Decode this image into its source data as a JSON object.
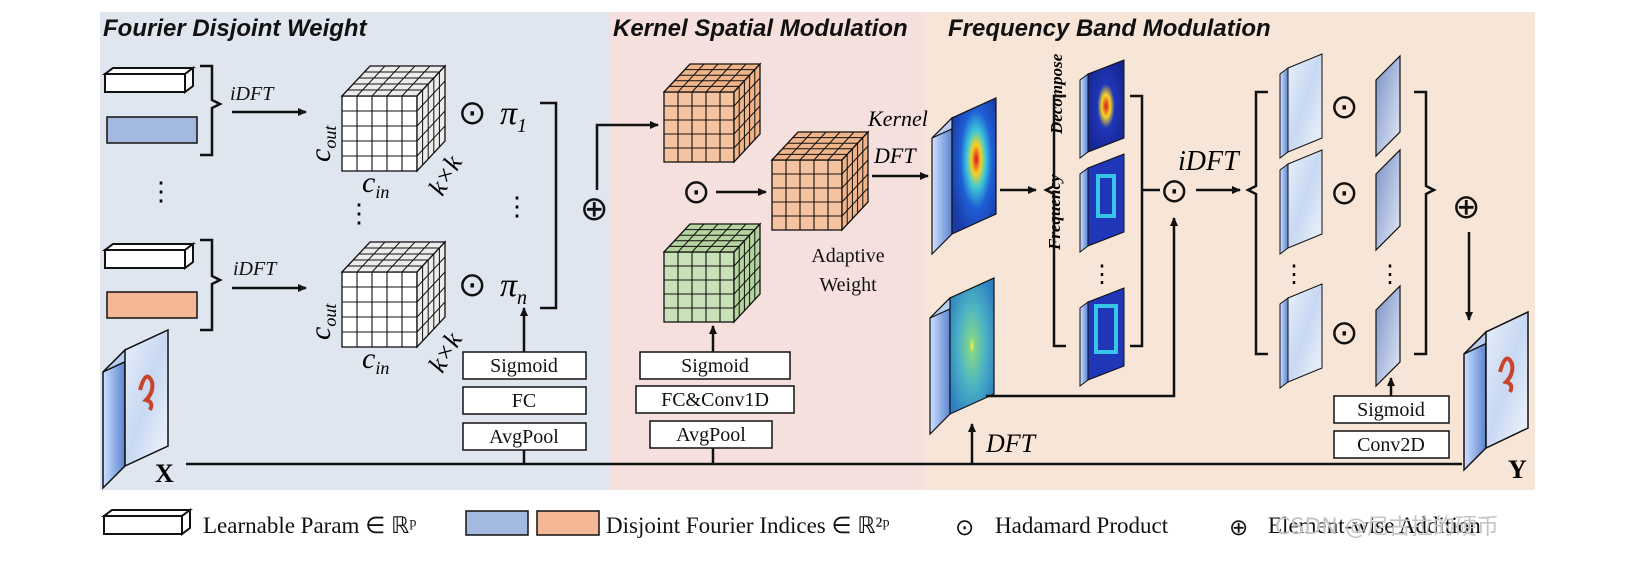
{
  "sections": {
    "fdw": {
      "title": "Fourier Disjoint Weight",
      "color": "#dfe6f0"
    },
    "ksm": {
      "title": "Kernel Spatial Modulation",
      "color": "#f6e0de"
    },
    "fbm": {
      "title": "Frequency Band Modulation",
      "color": "#f7e6d8"
    }
  },
  "labels": {
    "idft": "iDFT",
    "dft": "DFT",
    "kernel": "Kernel",
    "kernel_dft": "DFT",
    "decompose": "Decompose",
    "frequency": "Frequency",
    "adaptive_line1": "Adaptive",
    "adaptive_line2": "Weight",
    "c_out": "c",
    "c_out_sub": "out",
    "c_in": "c",
    "c_in_sub": "in",
    "kxk": "k×k",
    "pi": "π",
    "pi_sub_1": "1",
    "pi_sub_n": "n",
    "hadamard": "⊙",
    "addition": "⊕",
    "vdots": "⋮",
    "x": "X",
    "y": "Y"
  },
  "blocks": {
    "fdw_stack": [
      "Sigmoid",
      "FC",
      "AvgPool"
    ],
    "ksm_stack": [
      "Sigmoid",
      "FC&Conv1D",
      "AvgPool"
    ],
    "fbm_stack": [
      "Sigmoid",
      "Conv2D"
    ]
  },
  "legend": {
    "learnable": "Learnable Param ∈ ℝᵖ",
    "indices": "Disjoint Fourier Indices ∈ ℝ²ᵖ",
    "hadamard": "Hadamard Product",
    "addition": "Element-wise Addition",
    "hadamard_symbol": "⊙",
    "addition_symbol": "⊕"
  },
  "watermark": "CSDN @尼古拉的硬币",
  "colors": {
    "blue_param": "#a3b9e0",
    "orange_param": "#f4b896",
    "orange_cube": "#f6c3a0",
    "green_cube": "#c9e1b8",
    "panel_blue": "#8fb2e8"
  }
}
